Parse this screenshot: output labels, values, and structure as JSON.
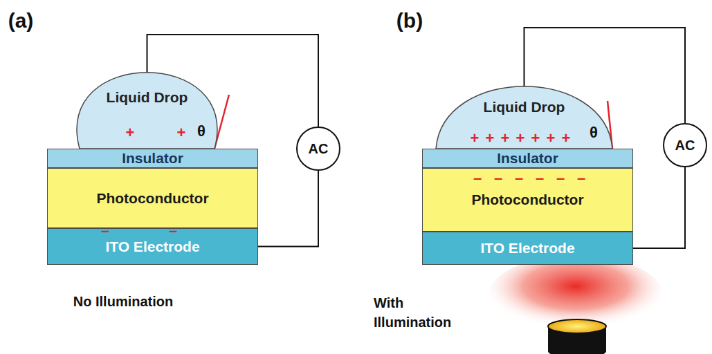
{
  "diagram": {
    "nodes": [
      {
        "text": [
          "Liquid Drop"
        ]
      },
      {
        "text": [
          "Insulator"
        ]
      },
      {
        "text": [
          "Photoconductor"
        ]
      },
      {
        "text": [
          "ITO Electrode"
        ]
      },
      {
        "text": [
          "AC"
        ]
      },
      {
        "text": [
          "Liquid Drop"
        ]
      },
      {
        "text": [
          "Insulator"
        ]
      },
      {
        "text": [
          "Photoconductor"
        ]
      },
      {
        "text": [
          "ITO Electrode"
        ]
      },
      {
        "text": [
          "AC"
        ]
      }
    ],
    "edges": [
      {
        "from": 0,
        "to": 4,
        "arrow": "none"
      },
      {
        "from": 4,
        "to": 3,
        "arrow": "none"
      },
      {
        "from": 5,
        "to": 9,
        "arrow": "none"
      },
      {
        "from": 9,
        "to": 8,
        "arrow": "none"
      }
    ],
    "labels": [
      "(a)",
      "(b)",
      "+",
      "+",
      "–",
      "–",
      "θ",
      "No Illumination",
      "+",
      "+",
      "+",
      "+",
      "+",
      "+",
      "+",
      "–",
      "–",
      "–",
      "–",
      "–",
      "–",
      "θ",
      "With Illumination"
    ]
  }
}
